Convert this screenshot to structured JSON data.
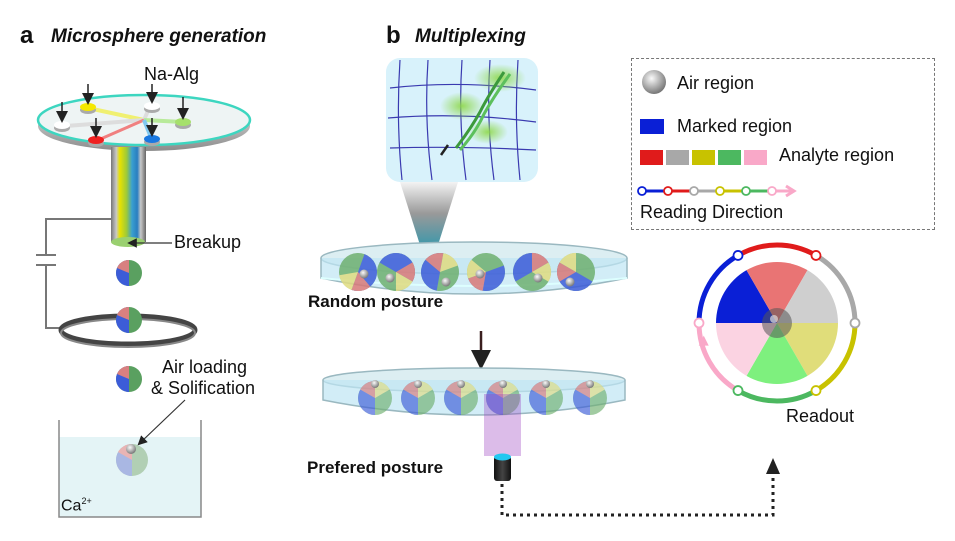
{
  "panel_a": {
    "letter": "a",
    "title": "Microsphere generation",
    "labels": {
      "na_alg": "Na-Alg",
      "breakup": "Breakup",
      "air_loading_line1": "Air loading",
      "air_loading_line2": "& Solification",
      "calcium": "Ca",
      "calcium_sup": "2+"
    }
  },
  "panel_b": {
    "letter": "b",
    "title": "Multiplexing",
    "labels": {
      "random_posture": "Random posture",
      "preferred_posture": "Prefered posture",
      "readout": "Readout"
    }
  },
  "legend": {
    "items": [
      {
        "key": "air",
        "label": "Air region"
      },
      {
        "key": "marked",
        "label": "Marked region"
      },
      {
        "key": "analyte",
        "label": "Analyte region"
      },
      {
        "key": "reading",
        "label": "Reading Direction"
      }
    ]
  },
  "colors": {
    "marked": "#0a1fd6",
    "analyte": [
      "#e01b1b",
      "#a8a8a8",
      "#c8c200",
      "#4cb860",
      "#f9a8c8"
    ],
    "air": "#9a9a9a",
    "water": "#bfe6f4"
  },
  "readout_wheel": {
    "sectors": [
      {
        "region": "marked",
        "color": "#0a1fd6"
      },
      {
        "region": "analyte-1",
        "color": "#e97474"
      },
      {
        "region": "analyte-2",
        "color": "#cfcfcf"
      },
      {
        "region": "analyte-3",
        "color": "#e0dd7a"
      },
      {
        "region": "analyte-4",
        "color": "#7ef07e"
      },
      {
        "region": "analyte-5",
        "color": "#fbd3e2"
      }
    ]
  }
}
